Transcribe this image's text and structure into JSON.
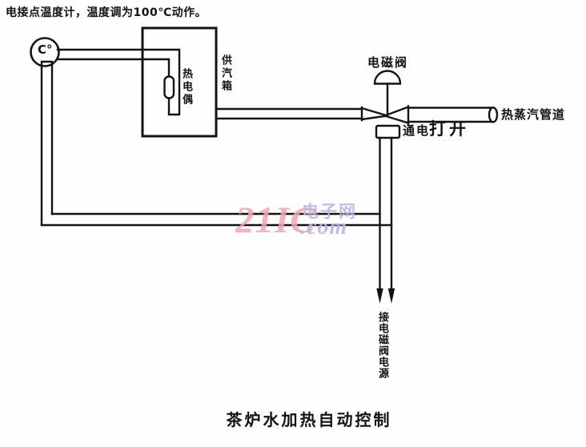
{
  "colors": {
    "background": "#fefefe",
    "ink": "#131313",
    "watermark_pink": "#f0a6b2",
    "watermark_purple": "#bab6e5"
  },
  "header": {
    "note": "电接点温度计，温度调为100℃动作。"
  },
  "diagram": {
    "thermometer_dial_label": "C°",
    "thermocouple_label": "热电偶",
    "steam_box_label": "供汽箱",
    "solenoid_valve_label": "电磁阀",
    "energize_label": "通电",
    "open_label": "打开",
    "steam_pipe_label": "热蒸汽管道",
    "power_lead_label": "接电磁阀电源"
  },
  "watermark": {
    "brand": "21IC",
    "site_cn": "电子网",
    "site_suffix": ".com"
  },
  "caption": "茶炉水加热自动控制"
}
